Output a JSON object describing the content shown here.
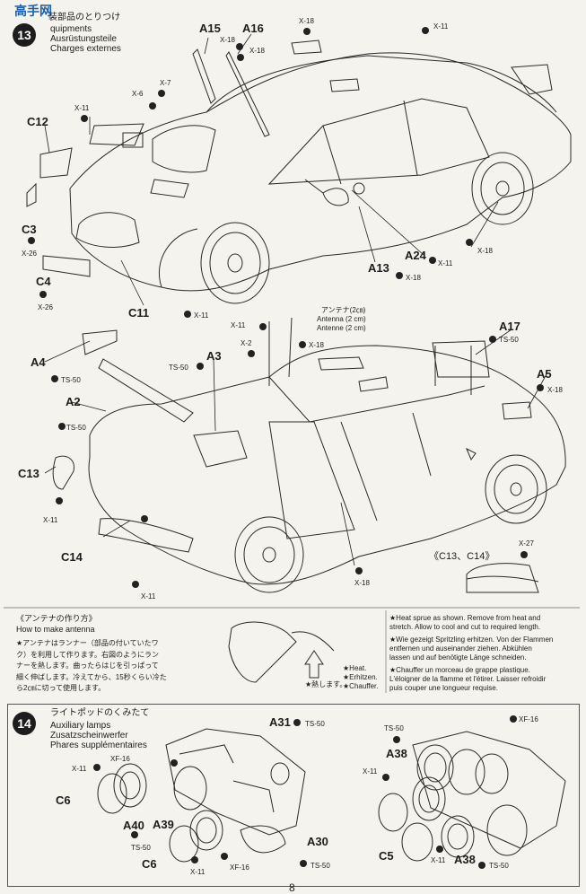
{
  "header": {
    "site_logo": "高手网",
    "step13_title_jp": "装部品のとりつけ",
    "step13_title_en": "quipments",
    "step13_title_de": "Ausrüstungsteile",
    "step13_title_fr": "Charges externes"
  },
  "step13": {
    "badge": "13",
    "top_parts": [
      {
        "code": "A15",
        "sub": "X-18"
      },
      {
        "code": "A16",
        "sub": "X-18"
      }
    ],
    "labels": {
      "x18_top": "X-18",
      "x11_top": "X-11",
      "x6": "X-6",
      "x7": "X-7",
      "x11_left": "X-11",
      "c12": "C12",
      "c3": "C3",
      "x26_a": "X-26",
      "c4": "C4",
      "x26_b": "X-26",
      "c11": "C11",
      "x11_c11": "X-11",
      "a13": "A13",
      "x18_a13": "X-18",
      "a24": "A24",
      "x11_a24": "X-11",
      "x18_wheel": "X-18"
    }
  },
  "rear_view": {
    "antenna_jp": "アンテナ(2㎝)",
    "antenna_en": "Antenna (2 cm)",
    "antenna_de": "Antenne (2 cm)",
    "labels": {
      "x11": "X-11",
      "x2": "X-2",
      "x18_ant": "X-18",
      "a3": "A3",
      "ts50_a3": "TS-50",
      "a4": "A4",
      "ts50_a4": "TS-50",
      "a2": "A2",
      "ts50_a2": "TS-50",
      "c13": "C13",
      "x11_c13": "X-11",
      "c14": "C14",
      "x11_c14": "X-11",
      "a17": "A17",
      "ts50_a17": "TS-50",
      "a5": "A5",
      "x18_a5": "X-18",
      "x18_bottom": "X-18",
      "x27": "X-27",
      "c13c14": "《C13、C14》"
    }
  },
  "antenna_howto": {
    "title_jp": "《アンテナの作り方》",
    "title_en": "How to make antenna",
    "text_jp": "★アンテナはランナー（部品の付いていたワ\nク）を利用して作ります。右図のようにラン\nナーを熱します。曲ったらはじを引っぱって\n細く伸ばします。冷えてから、15秒くらい冷た\nら2㎝に切って使用します。",
    "heat_jp": "★熱します。",
    "heat_en": "★Heat.",
    "heat_de": "★Erhitzen.",
    "heat_fr": "★Chauffer.",
    "note_en": "★Heat sprue as shown. Remove from heat and\nstretch. Allow to cool and cut to required length.",
    "note_de": "★Wie gezeigt Spritzling erhitzen. Von der Flammen\nentfernen und auseinander ziehen. Abkühlen\nlassen und auf benötigte Länge schneiden.",
    "note_fr": "★Chauffer un morceau de grappe plastique.\nL'éloigner de la flamme et l'étirer. Laisser refroidir\npuis couper une longueur requise."
  },
  "step14": {
    "badge": "14",
    "title_jp": "ライトポッドのくみたて",
    "title_en": "Auxiliary lamps",
    "title_de": "Zusatzscheinwerfer",
    "title_fr": "Phares supplémentaires",
    "labels": {
      "x11_l": "X-11",
      "xf16_l": "XF-16",
      "c6_top": "C6",
      "a31": "A31",
      "ts50_a31": "TS-50",
      "a40": "A40",
      "ts50_a40": "TS-50",
      "a39": "A39",
      "c6_bot": "C6",
      "x11_c6": "X-11",
      "xf16_c6": "XF-16",
      "a30": "A30",
      "ts50_a30": "TS-50",
      "ts50_r": "TS-50",
      "a38_top": "A38",
      "xf16_r": "XF-16",
      "x11_r": "X-11",
      "c5": "C5",
      "x11_c5": "X-11",
      "a38_bot": "A38",
      "ts50_a38": "TS-50"
    }
  },
  "footer": {
    "page_number": "8"
  }
}
